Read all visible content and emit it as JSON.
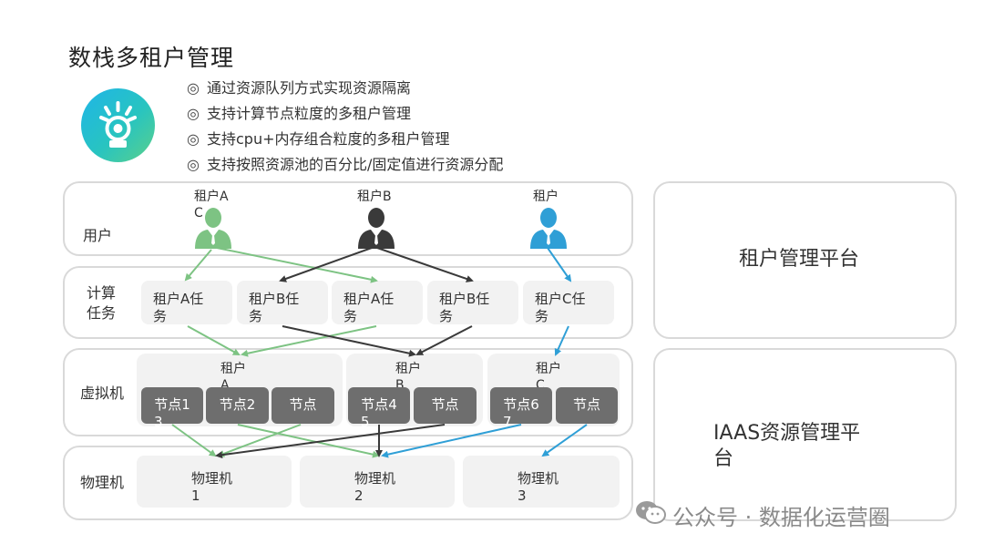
{
  "title": "数栈多租户管理",
  "bullets": [
    {
      "mark": "◎",
      "text": "通过资源队列方式实现资源隔离"
    },
    {
      "mark": "◎",
      "text": "支持计算节点粒度的多租户管理"
    },
    {
      "mark": "◎",
      "text": "支持cpu+内存组合粒度的多租户管理"
    },
    {
      "mark": "◎",
      "text": "支持按照资源池的百分比/固定值进行资源分配"
    }
  ],
  "rows": {
    "user": "用户",
    "compute_1": "计算",
    "compute_2": "任务",
    "vm": "虚拟机",
    "physical": "物理机"
  },
  "side": {
    "tenant_platform": "租户管理平台",
    "iaas_1": "IAAS资源管理平",
    "iaas_2": "台"
  },
  "users": [
    {
      "label1": "租户A",
      "label2": "C",
      "color": "#7dc383"
    },
    {
      "label1": "租户B",
      "label2": "",
      "color": "#3a3a3a"
    },
    {
      "label1": "租户",
      "label2": "",
      "color": "#2f9fd6"
    }
  ],
  "tasks": [
    {
      "line1": "租户A任",
      "line2": "务"
    },
    {
      "line1": "租户B任",
      "line2": "务"
    },
    {
      "line1": "租户A任",
      "line2": "务"
    },
    {
      "line1": "租户B任",
      "line2": "务"
    },
    {
      "line1": "租户C任",
      "line2": "务"
    }
  ],
  "vm_groups": [
    {
      "line1": "租户",
      "line2": "A"
    },
    {
      "line1": "租户",
      "line2": "B"
    },
    {
      "line1": "租户",
      "line2": "C"
    }
  ],
  "nodes": [
    {
      "line1": "节点1",
      "line2": "3"
    },
    {
      "line1": "节点2",
      "line2": ""
    },
    {
      "line1": "节点",
      "line2": ""
    },
    {
      "line1": "节点4",
      "line2": "5"
    },
    {
      "line1": "节点",
      "line2": ""
    },
    {
      "line1": "节点6",
      "line2": "7"
    },
    {
      "line1": "节点",
      "line2": ""
    }
  ],
  "physical": [
    {
      "line1": "物理机",
      "line2": "1"
    },
    {
      "line1": "物理机",
      "line2": "2"
    },
    {
      "line1": "物理机",
      "line2": "3"
    }
  ],
  "colors": {
    "green": "#7dc383",
    "black": "#3a3a3a",
    "blue": "#2f9fd6"
  },
  "watermark": "公众号 · 数据化运营圈"
}
